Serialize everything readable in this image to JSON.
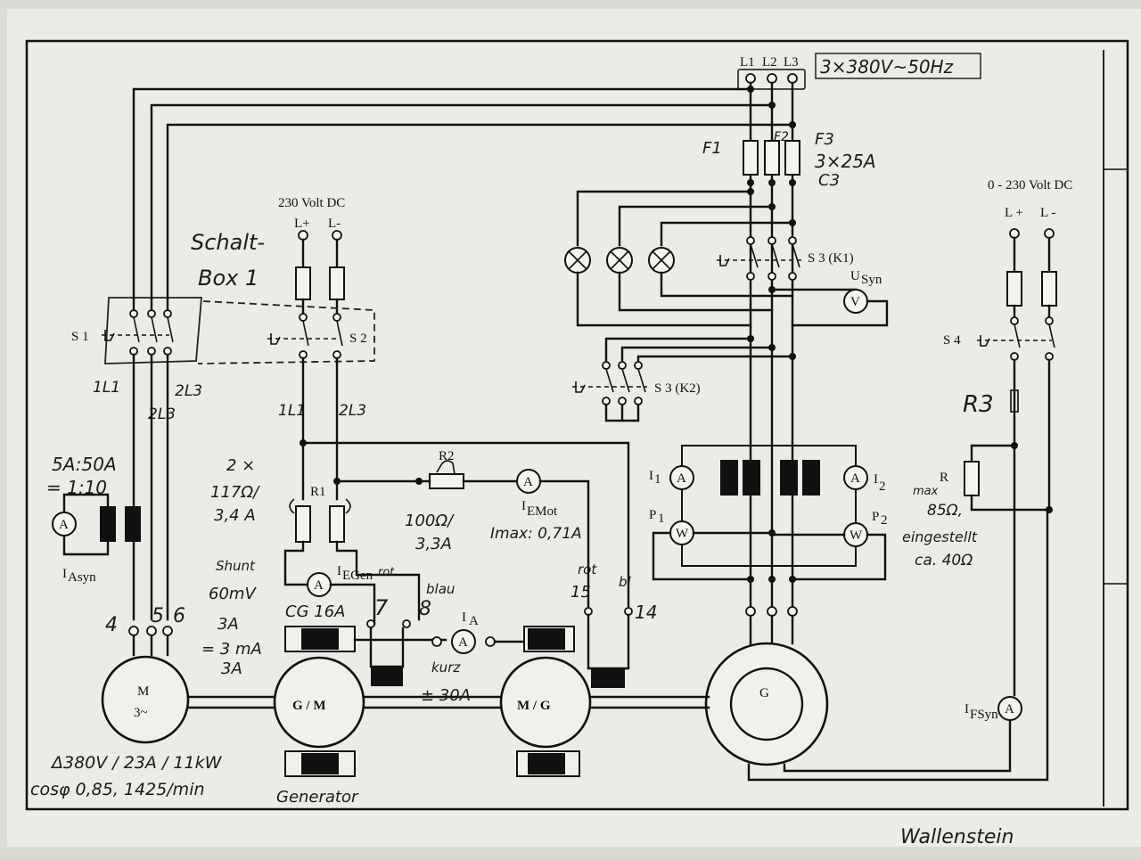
{
  "supply": {
    "phases": [
      "L1",
      "L2",
      "L3"
    ],
    "note": "3×380V~50Hz",
    "fuse_labels": [
      "F1",
      "F2",
      "F3"
    ],
    "fuse_rating": "3×25A",
    "fuse_class": "C3"
  },
  "dc_left": {
    "title": "230 Volt DC",
    "plus": "L+",
    "minus": "L-"
  },
  "dc_right": {
    "title": "0 - 230 Volt DC",
    "plus": "L +",
    "minus": "L -"
  },
  "switches": {
    "s1": "S 1",
    "s2": "S 2",
    "s3_k1": "S 3 (K1)",
    "s3_k2": "S 3 (K2)",
    "s4": "S 4"
  },
  "meters": {
    "u_syn": "U",
    "u_syn_sub": "Syn",
    "i_asyn": "I",
    "i_asyn_sub": "Asyn",
    "i_egen": "I",
    "i_egen_sub": "EGen",
    "i_emot": "I",
    "i_emot_sub": "EMot",
    "i_a": "I",
    "i_a_sub": "A",
    "i_fsyn": "I",
    "i_fsyn_sub": "FSyn",
    "i1": "I",
    "i1_sub": "1",
    "i2": "I",
    "i2_sub": "2",
    "p1": "P",
    "p1_sub": "1",
    "p2": "P",
    "p2_sub": "2",
    "ammeter_symbol": "A",
    "voltmeter_symbol": "V",
    "wattmeter_symbol": "W"
  },
  "components": {
    "r1": "R1",
    "r2": "R2",
    "r_field": "R"
  },
  "machines": {
    "motor_line1": "M",
    "motor_line2": "3~",
    "gm": "G / M",
    "mg": "M / G",
    "g": "G"
  },
  "handwritten": {
    "schaltbox": "Schalt-",
    "schaltbox2": "Box 1",
    "s1_left": "1L1",
    "s1_right": "2L3",
    "s1_lower": "2L3",
    "s2_left": "1L1",
    "s2_right": "2L3",
    "ct": "5A:50A",
    "ct_ratio": "= 1:10",
    "r1_value": "2 ×",
    "r1_value2": "117Ω/",
    "r1_value3": "3,4 A",
    "r2_value": "100Ω/",
    "r2_value2": "3,3A",
    "imax": "Imax: 0,71A",
    "shunt1": "Shunt",
    "shunt2": "60mV",
    "shunt3": "3A",
    "shunt4": "= 3 mA",
    "shunt5": "3A",
    "cg": "CG 16A",
    "t7": "7",
    "t8": "8",
    "rot": "rot",
    "blau": "blau",
    "rot15": "rot",
    "n15": "15",
    "n14": "14",
    "bl": "bl",
    "kurz": "kurz",
    "kurz2": "± 30A",
    "t4": "4",
    "t5": "5",
    "t6": "6",
    "r3": "R3",
    "r_max": "max",
    "r_max2": "85Ω,",
    "r_eing": "eingestellt",
    "r_ca": "ca. 40Ω",
    "motor_rating": "Δ380V / 23A / 11kW",
    "motor_rating2": "cosφ 0,85, 1425/min",
    "generator": "Generator",
    "corner": "Wallenstein"
  }
}
